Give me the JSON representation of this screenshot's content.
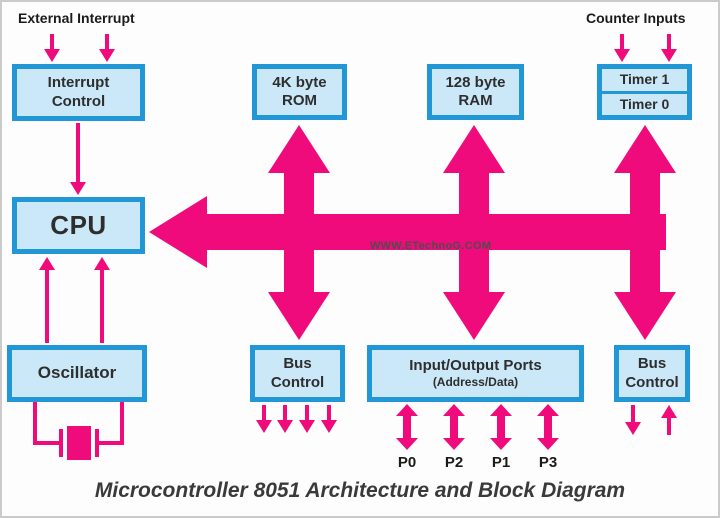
{
  "diagram": {
    "title": "Microcontroller 8051 Architecture and Block Diagram",
    "watermark": "WWW.ETechnoG.COM",
    "labels": {
      "external_interrupt": "External Interrupt",
      "counter_inputs": "Counter Inputs"
    },
    "blocks": {
      "interrupt_control": {
        "line1": "Interrupt",
        "line2": "Control"
      },
      "cpu": "CPU",
      "oscillator": "Oscillator",
      "rom": {
        "line1": "4K byte",
        "line2": "ROM"
      },
      "ram": {
        "line1": "128 byte",
        "line2": "RAM"
      },
      "timer1": "Timer 1",
      "timer0": "Timer 0",
      "bus_control_left": {
        "line1": "Bus",
        "line2": "Control"
      },
      "io_ports": {
        "line1": "Input/Output Ports",
        "line2": "(Address/Data)"
      },
      "bus_control_right": {
        "line1": "Bus",
        "line2": "Control"
      }
    },
    "ports": [
      "P0",
      "P2",
      "P1",
      "P3"
    ],
    "colors": {
      "arrow_pink": "#EF0B7C",
      "box_border": "#2197D6",
      "box_fill": "#CAE8F7",
      "text": "#2e2e2e"
    }
  }
}
